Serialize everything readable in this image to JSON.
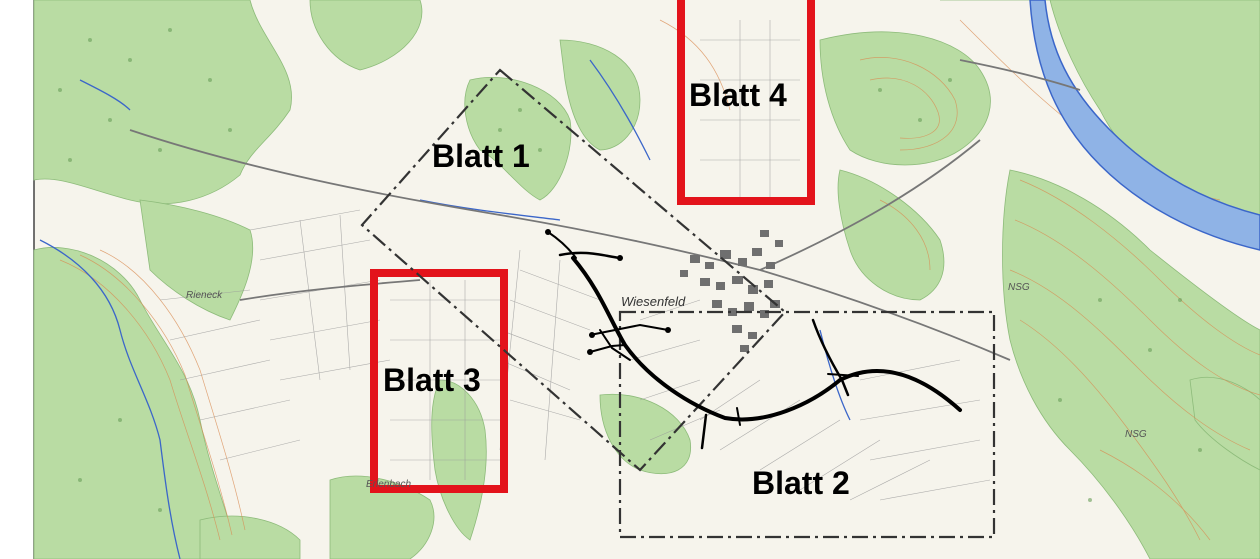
{
  "sheets": {
    "blatt1": {
      "label": "Blatt 1"
    },
    "blatt2": {
      "label": "Blatt 2"
    },
    "blatt3": {
      "label": "Blatt 3"
    },
    "blatt4": {
      "label": "Blatt 4"
    }
  },
  "places": {
    "wiesenfeld": "Wiesenfeld",
    "erlenbach": "Erlenbach",
    "steinbach": "Rieneck",
    "nsg1": "NSG",
    "nsg2": "NSG"
  },
  "colors": {
    "forest": "#b9dca3",
    "field": "#f6f4ec",
    "water": "#3b66c9",
    "sheet_highlight": "#e3131b",
    "sheet_dashed": "#333333",
    "route": "#000000",
    "contour": "#d98b52"
  }
}
